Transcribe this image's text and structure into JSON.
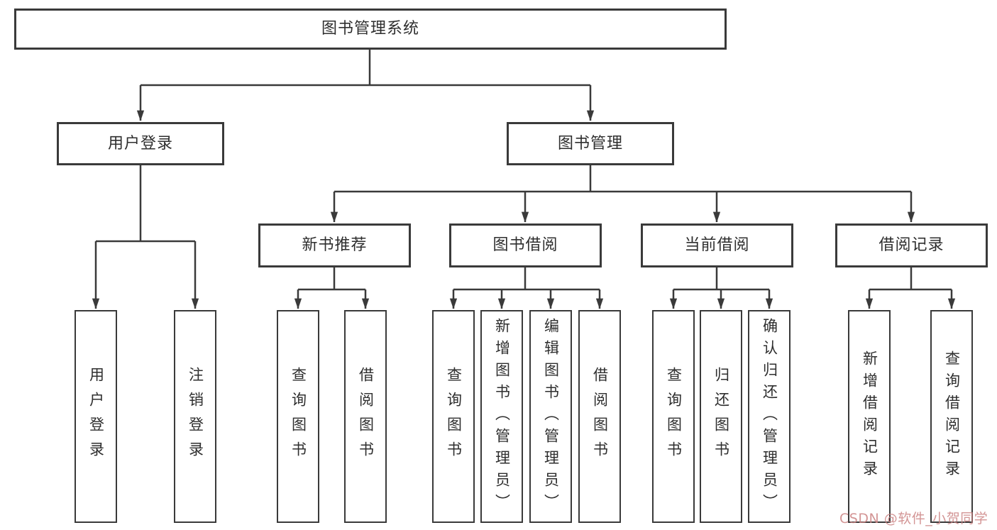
{
  "diagram": {
    "type": "hierarchy-tree",
    "colors": {
      "background": "#ffffff",
      "line": "#3a3a3a",
      "box_border": "#3a3a3a",
      "text": "#2e2e2e",
      "watermark": "#cb8282"
    },
    "tree": {
      "label": "图书管理系统",
      "children": [
        {
          "label": "用户登录",
          "children": [
            {
              "label": "用户登录"
            },
            {
              "label": "注销登录"
            }
          ]
        },
        {
          "label": "图书管理",
          "children": [
            {
              "label": "新书推荐",
              "children": [
                {
                  "label": "查询图书"
                },
                {
                  "label": "借阅图书"
                }
              ]
            },
            {
              "label": "图书借阅",
              "children": [
                {
                  "label": "查询图书"
                },
                {
                  "label": "新增图书（管理员）"
                },
                {
                  "label": "编辑图书（管理员）"
                },
                {
                  "label": "借阅图书"
                }
              ]
            },
            {
              "label": "当前借阅",
              "children": [
                {
                  "label": "查询图书"
                },
                {
                  "label": "归还图书"
                },
                {
                  "label": "确认归还（管理员）"
                }
              ]
            },
            {
              "label": "借阅记录",
              "children": [
                {
                  "label": "新增借阅记录"
                },
                {
                  "label": "查询借阅记录"
                }
              ]
            }
          ]
        }
      ]
    },
    "watermark": "CSDN @软件_小贺同学"
  }
}
